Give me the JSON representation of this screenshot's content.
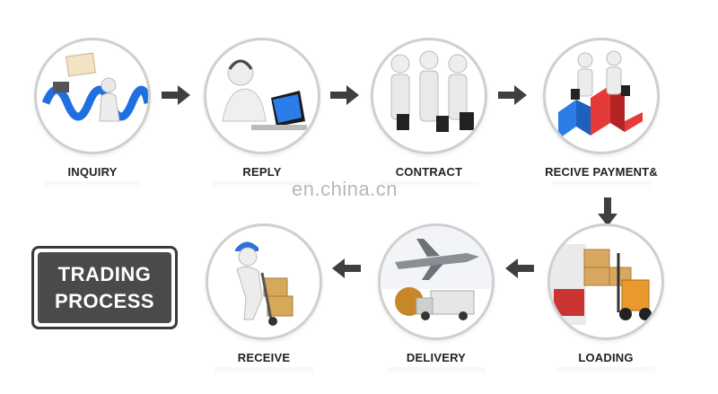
{
  "steps": {
    "inquiry": "INQUIRY",
    "reply": "REPLY",
    "contract": "CONTRACT",
    "payment": "RECIVE PAYMENT&",
    "loading": "LOADING",
    "delivery": "DELIVERY",
    "receive": "RECEIVE"
  },
  "watermark": "en.china.cn",
  "banner": {
    "line1": "TRADING",
    "line2": "PROCESS"
  },
  "colors": {
    "arrow": "#3f3f3f",
    "circle_border": "#cfcfcf",
    "banner_bg": "#4a4a4a"
  }
}
